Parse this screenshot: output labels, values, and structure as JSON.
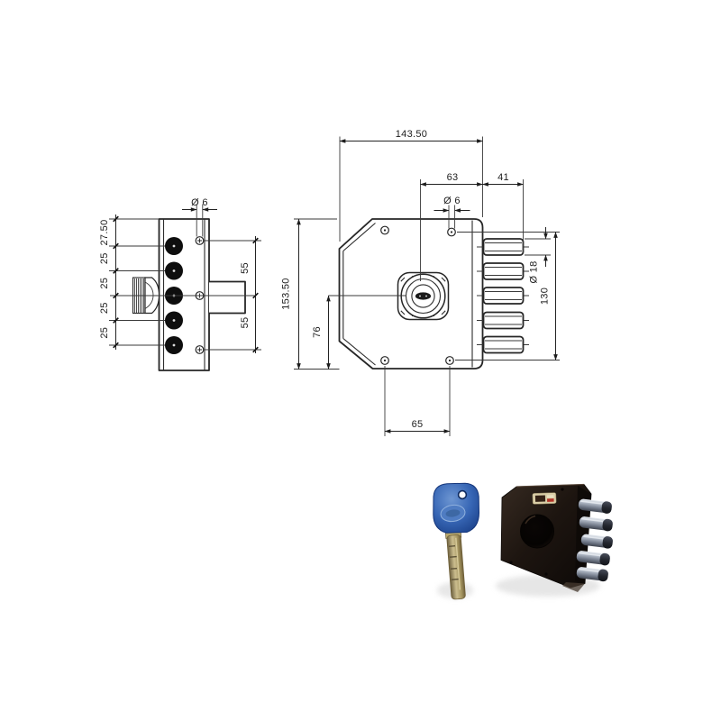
{
  "drawing": {
    "side_view": {
      "pitch_labels": [
        "27.50",
        "25",
        "25",
        "25",
        "25"
      ],
      "span_labels": [
        "55",
        "55"
      ],
      "hole_label": "Ø 6"
    },
    "front_view": {
      "width_label": "143.50",
      "height_label": "153.50",
      "cylinder_offset_label": "63",
      "bolt_throw_label": "41",
      "hole_label": "Ø 6",
      "cylinder_height_label": "76",
      "screw_spacing_label": "65",
      "bolt_diameter_label": "Ø 18",
      "screw_span_label": "130"
    },
    "line_color": "#262626"
  },
  "photo": {
    "key_color": "#3766b5",
    "key_blade_color": "#b3a46d",
    "lock_body_color": "#1d1510",
    "bolt_metal_color": "#aab2bf",
    "label_color": "#d9cda6"
  }
}
